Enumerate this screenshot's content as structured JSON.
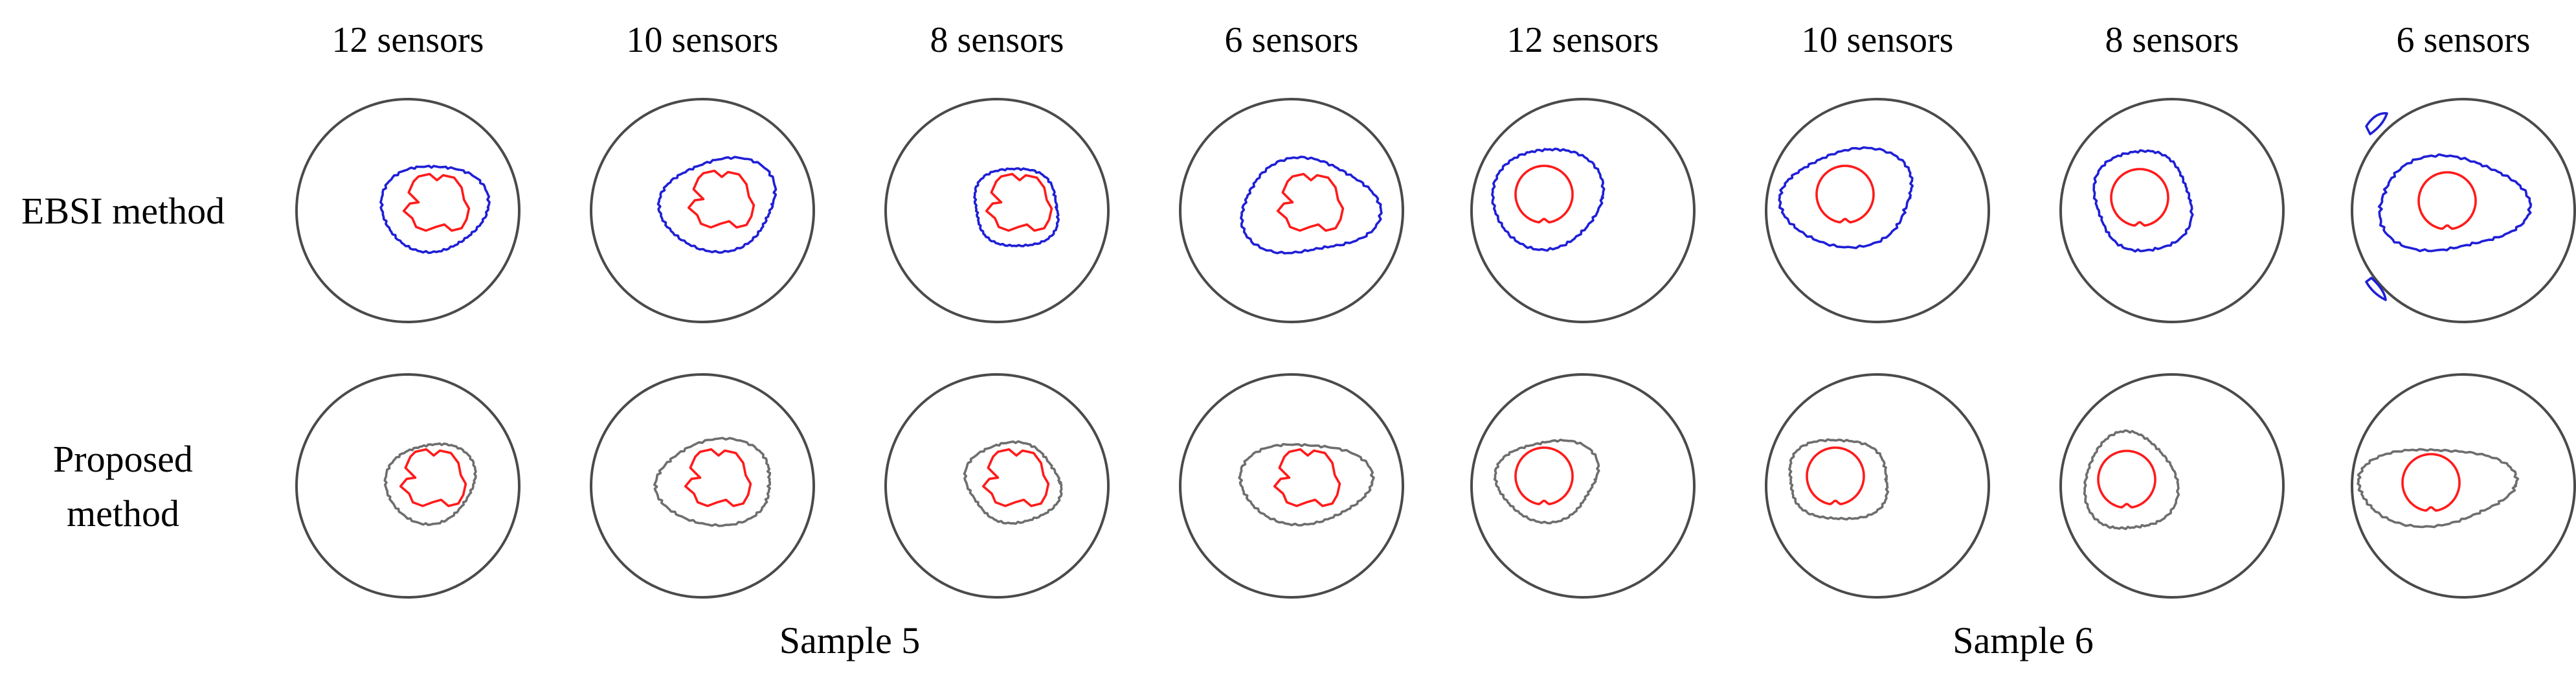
{
  "figure": {
    "colors": {
      "boundary": "#4a4a4a",
      "true_inclusion": "#ff1a1a",
      "ebsi": "#1f1fd6",
      "proposed": "#6e6e6e"
    },
    "column_labels": [
      "12 sensors",
      "10 sensors",
      "8 sensors",
      "6 sensors",
      "12 sensors",
      "10 sensors",
      "8 sensors",
      "6 sensors"
    ],
    "row_labels": [
      {
        "lines": [
          "EBSI method"
        ],
        "method": "ebsi"
      },
      {
        "lines": [
          "Proposed",
          "method"
        ],
        "method": "proposed"
      }
    ],
    "samples": [
      {
        "label": "Sample 5",
        "columns": [
          0,
          1,
          2,
          3
        ],
        "inclusion": "irregular"
      },
      {
        "label": "Sample 6",
        "columns": [
          4,
          5,
          6,
          7
        ],
        "inclusion": "circle"
      }
    ]
  }
}
